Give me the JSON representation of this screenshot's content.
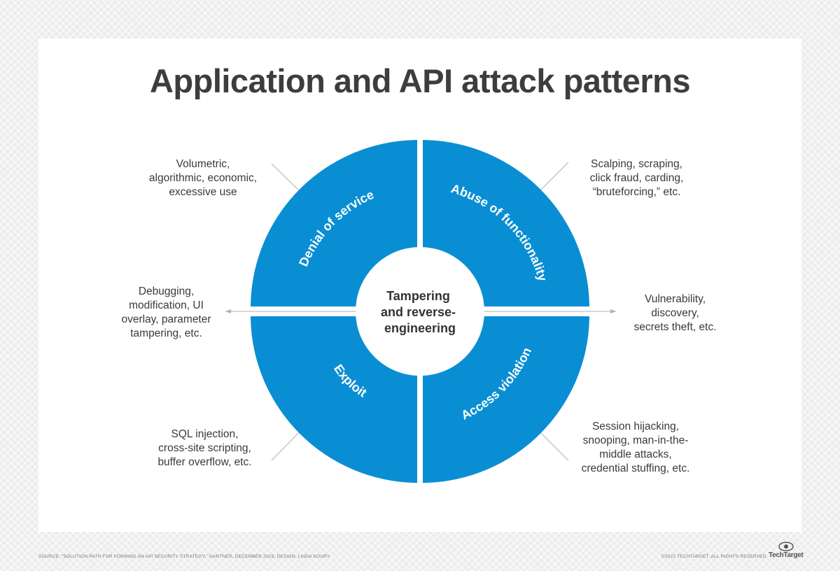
{
  "title": "Application and API attack patterns",
  "center": {
    "lines": [
      "Tampering",
      "and reverse-",
      "engineering"
    ]
  },
  "segments": [
    {
      "id": "top-left",
      "label": "Denial of service"
    },
    {
      "id": "top-right",
      "label": "Abuse of functionality"
    },
    {
      "id": "bottom-left",
      "label": "Exploit"
    },
    {
      "id": "bottom-right",
      "label": "Access violation"
    }
  ],
  "descriptions": {
    "denial_of_service": "Volumetric,\nalgorithmic, economic,\nexcessive use",
    "abuse_of_functionality": "Scalping, scraping,\nclick fraud, carding,\n“bruteforcing,” etc.",
    "tampering": "Debugging,\nmodification, UI\noverlay, parameter\ntampering, etc.",
    "vulnerability": "Vulnerability,\ndiscovery,\nsecrets theft, etc.",
    "exploit": "SQL injection,\ncross-site scripting,\nbuffer overflow, etc.",
    "access_violation": "Session hijacking,\nsnooping, man-in-the-\nmiddle attacks,\ncredential stuffing, etc."
  },
  "footer": {
    "source": "SOURCE: “SOLUTION PATH FOR FORMING AN API SECURITY STRATEGY,” GARTNER, DECEMBER 2019; DESIGN: LINDA KOURY",
    "copyright": "©2022 TECHTARGET. ALL RIGHTS RESERVED",
    "logo": "TechTarget"
  },
  "colors": {
    "segment": "#0a8ed3",
    "title": "#3d3d3d",
    "background": "#ececec"
  }
}
